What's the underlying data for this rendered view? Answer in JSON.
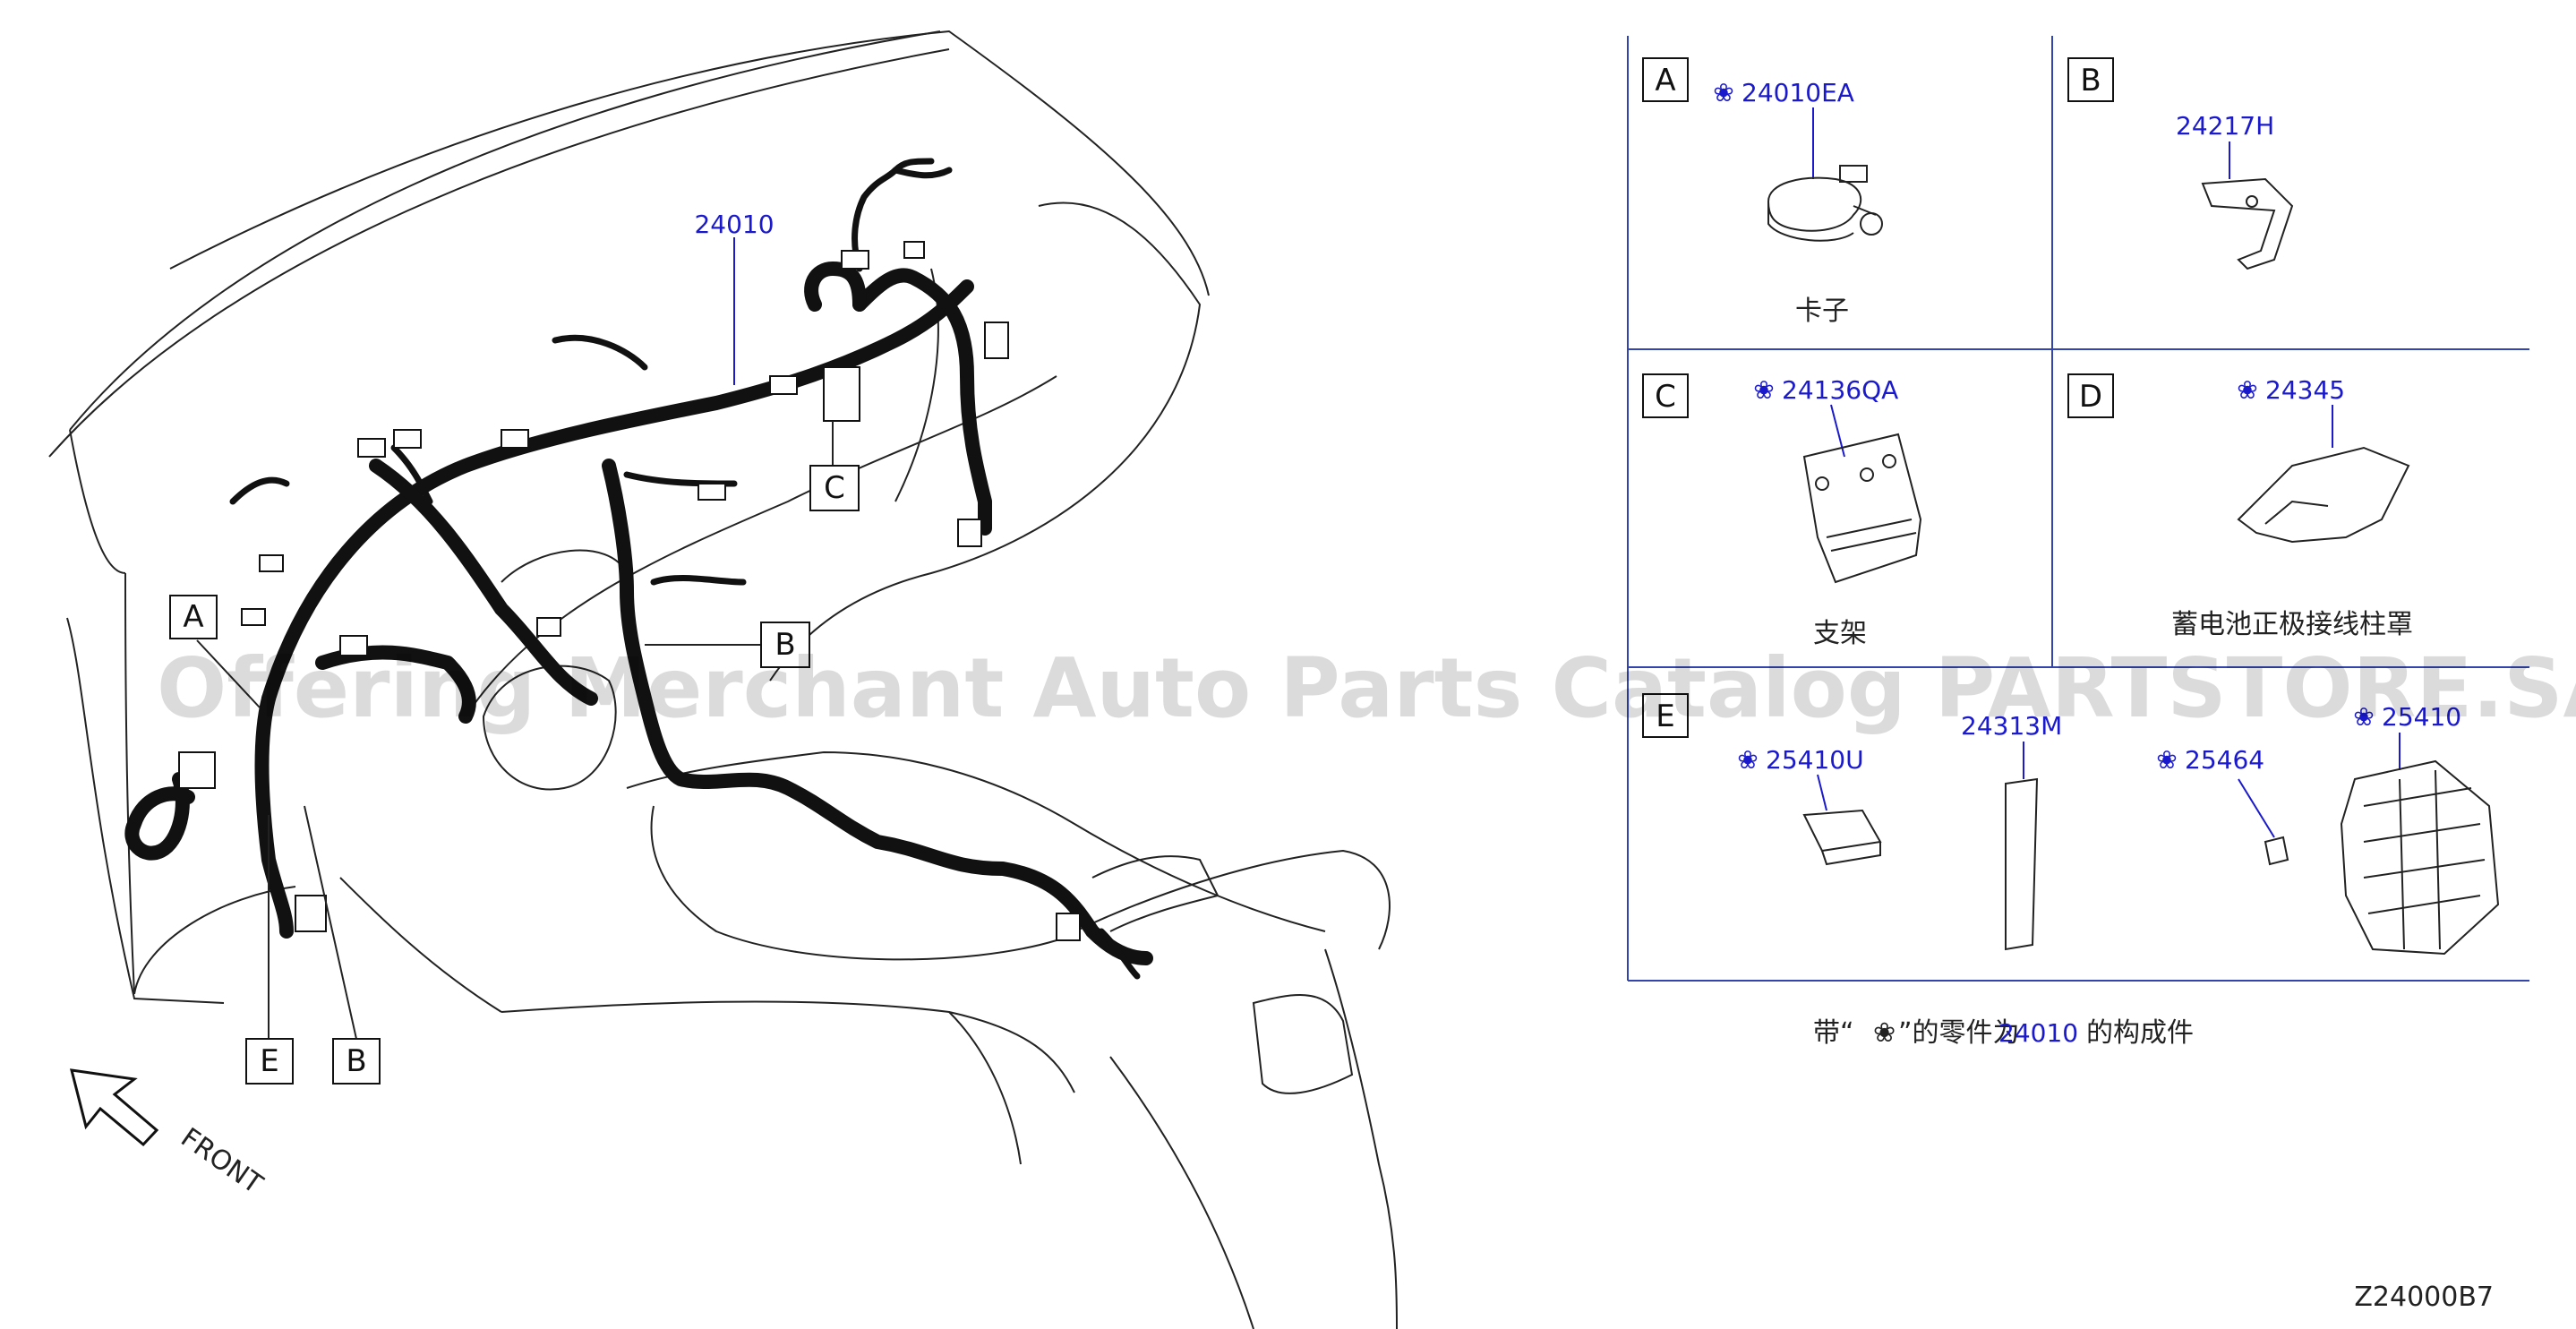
{
  "diagram": {
    "main_part": "24010",
    "callouts": [
      "A",
      "C",
      "B",
      "E",
      "B"
    ],
    "front_label": "FRONT",
    "diagram_code": "Z24000B7"
  },
  "detail_panels": [
    {
      "box": "A",
      "part": "24010EA",
      "caption": "卡子",
      "starred": true
    },
    {
      "box": "B",
      "part": "24217H",
      "caption": "",
      "starred": false
    },
    {
      "box": "C",
      "part": "24136QA",
      "caption": "支架",
      "starred": true
    },
    {
      "box": "D",
      "part": "24345",
      "caption": "蓄电池正极接线柱罩",
      "starred": true
    },
    {
      "box": "E",
      "parts": [
        {
          "part": "25410U",
          "starred": true
        },
        {
          "part": "24313M",
          "starred": false
        },
        {
          "part": "25464",
          "starred": true
        },
        {
          "part": "25410",
          "starred": true
        }
      ]
    }
  ],
  "note": {
    "prefix": "带“",
    "symbol": "❀",
    "mid": "”的零件为",
    "part": "24010",
    "suffix": "的构成件"
  },
  "watermark": "Offering Merchant Auto Parts Catalog PARTSTORE.SA",
  "colors": {
    "part_number": "#1a1acc",
    "grid": "#3344aa",
    "lines": "#111111"
  }
}
